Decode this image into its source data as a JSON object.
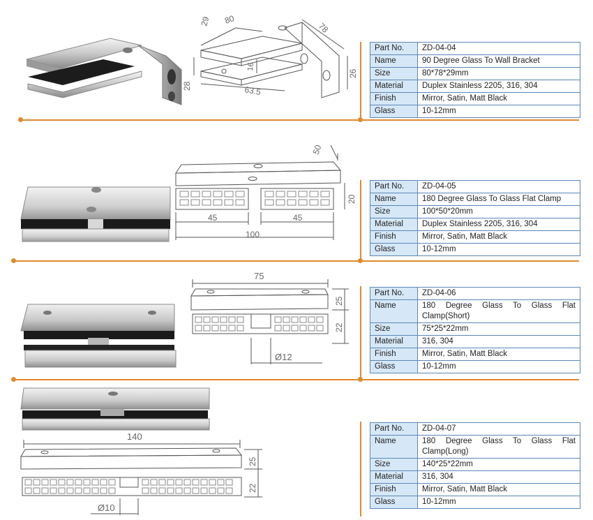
{
  "products": [
    {
      "rows": [
        {
          "k": "Part No.",
          "v": "ZD-04-04"
        },
        {
          "k": "Name",
          "v": "90 Degree Glass To Wall Bracket"
        },
        {
          "k": "Size",
          "v": "80*78*29mm"
        },
        {
          "k": "Material",
          "v": "Duplex Stainless 2205, 316, 304"
        },
        {
          "k": "Finish",
          "v": "Mirror, Satin, Matt Black"
        },
        {
          "k": "Glass",
          "v": "10-12mm"
        }
      ],
      "dims": {
        "d1": "29",
        "d2": "80",
        "d3": "78",
        "d4": "16",
        "d5": "28",
        "d6": "63.5",
        "d7": "26"
      }
    },
    {
      "rows": [
        {
          "k": "Part No.",
          "v": "ZD-04-05"
        },
        {
          "k": "Name",
          "v": "180 Degree Glass To Glass Flat Clamp"
        },
        {
          "k": "Size",
          "v": "100*50*20mm"
        },
        {
          "k": "Material",
          "v": "Duplex Stainless 2205, 316, 304"
        },
        {
          "k": "Finish",
          "v": "Mirror, Satin, Matt Black"
        },
        {
          "k": "Glass",
          "v": "10-12mm"
        }
      ],
      "dims": {
        "d1": "50",
        "d2": "20",
        "d3": "45",
        "d4": "45",
        "d5": "100"
      }
    },
    {
      "rows": [
        {
          "k": "Part No.",
          "v": "ZD-04-06"
        },
        {
          "k": "Name",
          "v": "180 Degree Glass To Glass Flat Clamp(Short)"
        },
        {
          "k": "Size",
          "v": "75*25*22mm"
        },
        {
          "k": "Material",
          "v": "316, 304"
        },
        {
          "k": "Finish",
          "v": "Mirror, Satin, Matt Black"
        },
        {
          "k": "Glass",
          "v": "10-12mm"
        }
      ],
      "dims": {
        "d1": "75",
        "d2": "25",
        "d3": "22",
        "d4": "Ø12"
      }
    },
    {
      "rows": [
        {
          "k": "Part No.",
          "v": "ZD-04-07"
        },
        {
          "k": "Name",
          "v": "180 Degree Glass To Glass Flat Clamp(Long)"
        },
        {
          "k": "Size",
          "v": "140*25*22mm"
        },
        {
          "k": "Material",
          "v": "316, 304"
        },
        {
          "k": "Finish",
          "v": "Mirror, Satin, Matt Black"
        },
        {
          "k": "Glass",
          "v": "10-12mm"
        }
      ],
      "dims": {
        "d1": "140",
        "d2": "25",
        "d3": "22",
        "d4": "Ø10"
      }
    }
  ],
  "colors": {
    "accent": "#e08a2e",
    "table_border": "#5b86b8",
    "label_bg": "#d6e8f7"
  }
}
